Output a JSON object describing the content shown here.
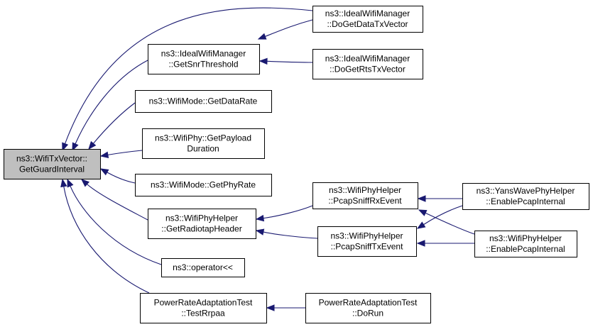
{
  "graph": {
    "nodes": [
      {
        "id": "root",
        "lines": [
          "ns3::WifiTxVector::",
          "GetGuardInterval"
        ],
        "root": true
      },
      {
        "id": "ideal_snr",
        "lines": [
          "ns3::IdealWifiManager",
          "::GetSnrThreshold"
        ]
      },
      {
        "id": "ideal_data",
        "lines": [
          "ns3::IdealWifiManager",
          "::DoGetDataTxVector"
        ]
      },
      {
        "id": "ideal_rts",
        "lines": [
          "ns3::IdealWifiManager",
          "::DoGetRtsTxVector"
        ]
      },
      {
        "id": "mode_datarate",
        "lines": [
          "ns3::WifiMode::GetDataRate"
        ]
      },
      {
        "id": "phy_payload",
        "lines": [
          "ns3::WifiPhy::GetPayload",
          "Duration"
        ]
      },
      {
        "id": "mode_phyrate",
        "lines": [
          "ns3::WifiMode::GetPhyRate"
        ]
      },
      {
        "id": "helper_radiotap",
        "lines": [
          "ns3::WifiPhyHelper",
          "::GetRadiotapHeader"
        ]
      },
      {
        "id": "helper_rx",
        "lines": [
          "ns3::WifiPhyHelper",
          "::PcapSniffRxEvent"
        ]
      },
      {
        "id": "helper_tx",
        "lines": [
          "ns3::WifiPhyHelper",
          "::PcapSniffTxEvent"
        ]
      },
      {
        "id": "yans_enable",
        "lines": [
          "ns3::YansWavePhyHelper",
          "::EnablePcapInternal"
        ]
      },
      {
        "id": "helper_enable",
        "lines": [
          "ns3::WifiPhyHelper",
          "::EnablePcapInternal"
        ]
      },
      {
        "id": "operator",
        "lines": [
          "ns3::operator<<"
        ]
      },
      {
        "id": "pra_test",
        "lines": [
          "PowerRateAdaptationTest",
          "::TestRrpaa"
        ]
      },
      {
        "id": "pra_run",
        "lines": [
          "PowerRateAdaptationTest",
          "::DoRun"
        ]
      }
    ],
    "edges": [
      {
        "from": "ideal_data",
        "to": "root"
      },
      {
        "from": "ideal_snr",
        "to": "root"
      },
      {
        "from": "ideal_data",
        "to": "ideal_snr"
      },
      {
        "from": "ideal_rts",
        "to": "ideal_snr"
      },
      {
        "from": "mode_datarate",
        "to": "root"
      },
      {
        "from": "phy_payload",
        "to": "root"
      },
      {
        "from": "mode_phyrate",
        "to": "root"
      },
      {
        "from": "helper_radiotap",
        "to": "root"
      },
      {
        "from": "operator",
        "to": "root"
      },
      {
        "from": "pra_test",
        "to": "root"
      },
      {
        "from": "helper_rx",
        "to": "helper_radiotap"
      },
      {
        "from": "helper_tx",
        "to": "helper_radiotap"
      },
      {
        "from": "yans_enable",
        "to": "helper_rx"
      },
      {
        "from": "helper_enable",
        "to": "helper_rx"
      },
      {
        "from": "yans_enable",
        "to": "helper_tx"
      },
      {
        "from": "helper_enable",
        "to": "helper_tx"
      },
      {
        "from": "pra_run",
        "to": "pra_test"
      }
    ]
  },
  "colors": {
    "root_fill": "#bfbfbf",
    "node_fill": "#ffffff",
    "node_border": "#000000",
    "edge": "#191970"
  }
}
